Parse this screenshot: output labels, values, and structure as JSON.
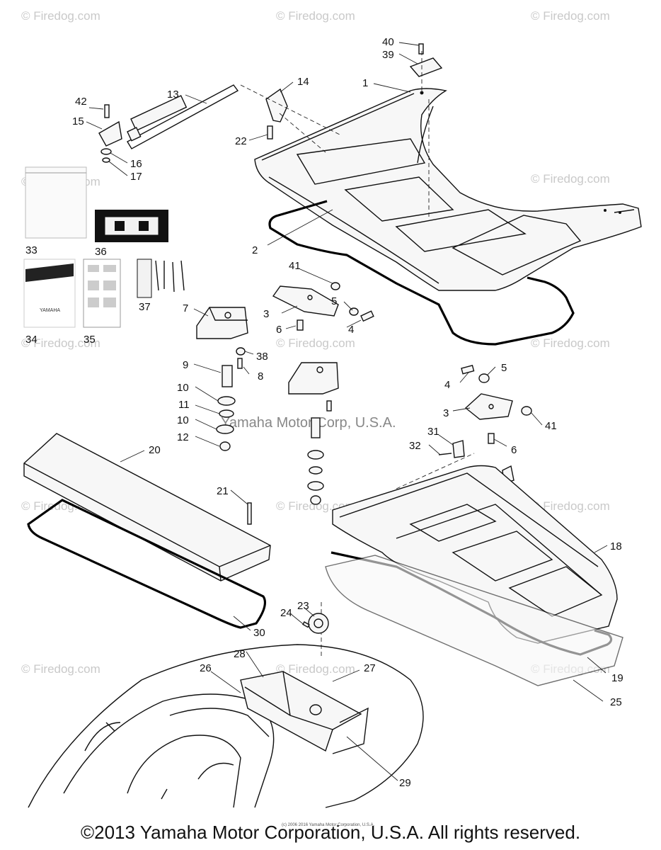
{
  "watermarks": {
    "site": "© Firedog.com",
    "center": "Yamaha Motor Corp, U.S.A.",
    "tiny_credit": "(c) 2006 2016 Yamaha Motor Corporation, U.S.A."
  },
  "callouts": {
    "c1": "1",
    "c2": "2",
    "c3a": "3",
    "c3b": "3",
    "c4a": "4",
    "c4b": "4",
    "c5a": "5",
    "c5b": "5",
    "c6a": "6",
    "c6b": "6",
    "c7": "7",
    "c8": "8",
    "c9": "9",
    "c10a": "10",
    "c10b": "10",
    "c11": "11",
    "c12": "12",
    "c13": "13",
    "c14": "14",
    "c15": "15",
    "c16": "16",
    "c17": "17",
    "c18": "18",
    "c19": "19",
    "c20": "20",
    "c21": "21",
    "c22": "22",
    "c23": "23",
    "c24": "24",
    "c25": "25",
    "c26": "26",
    "c27": "27",
    "c28": "28",
    "c29": "29",
    "c30": "30",
    "c31": "31",
    "c32": "32",
    "c33": "33",
    "c34": "34",
    "c35": "35",
    "c36": "36",
    "c37": "37",
    "c38": "38",
    "c39": "39",
    "c40": "40",
    "c41a": "41",
    "c41b": "41",
    "c42": "42"
  },
  "thumbnails": {
    "manual_brand": "YAMAHA"
  },
  "footer": {
    "copyright": "©2013 Yamaha Motor Corporation, U.S.A. All rights reserved."
  }
}
